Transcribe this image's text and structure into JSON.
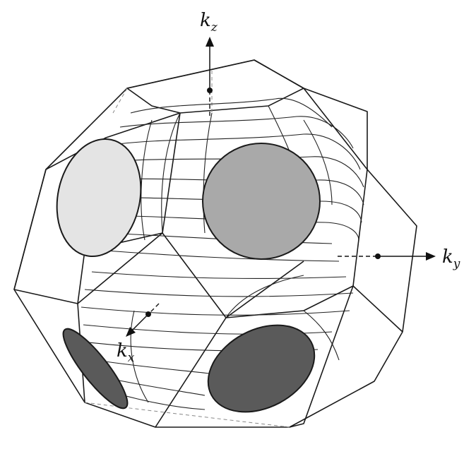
{
  "axes": {
    "kz": {
      "base": "k",
      "sub": "z"
    },
    "ky": {
      "base": "k",
      "sub": "y"
    },
    "kx": {
      "base": "k",
      "sub": "x"
    }
  },
  "colors": {
    "background": "#ffffff",
    "line": "#1a1a1a",
    "neck_light": "#e4e4e4",
    "neck_mid": "#a9a9a9",
    "neck_dark": "#5a5a5a"
  }
}
